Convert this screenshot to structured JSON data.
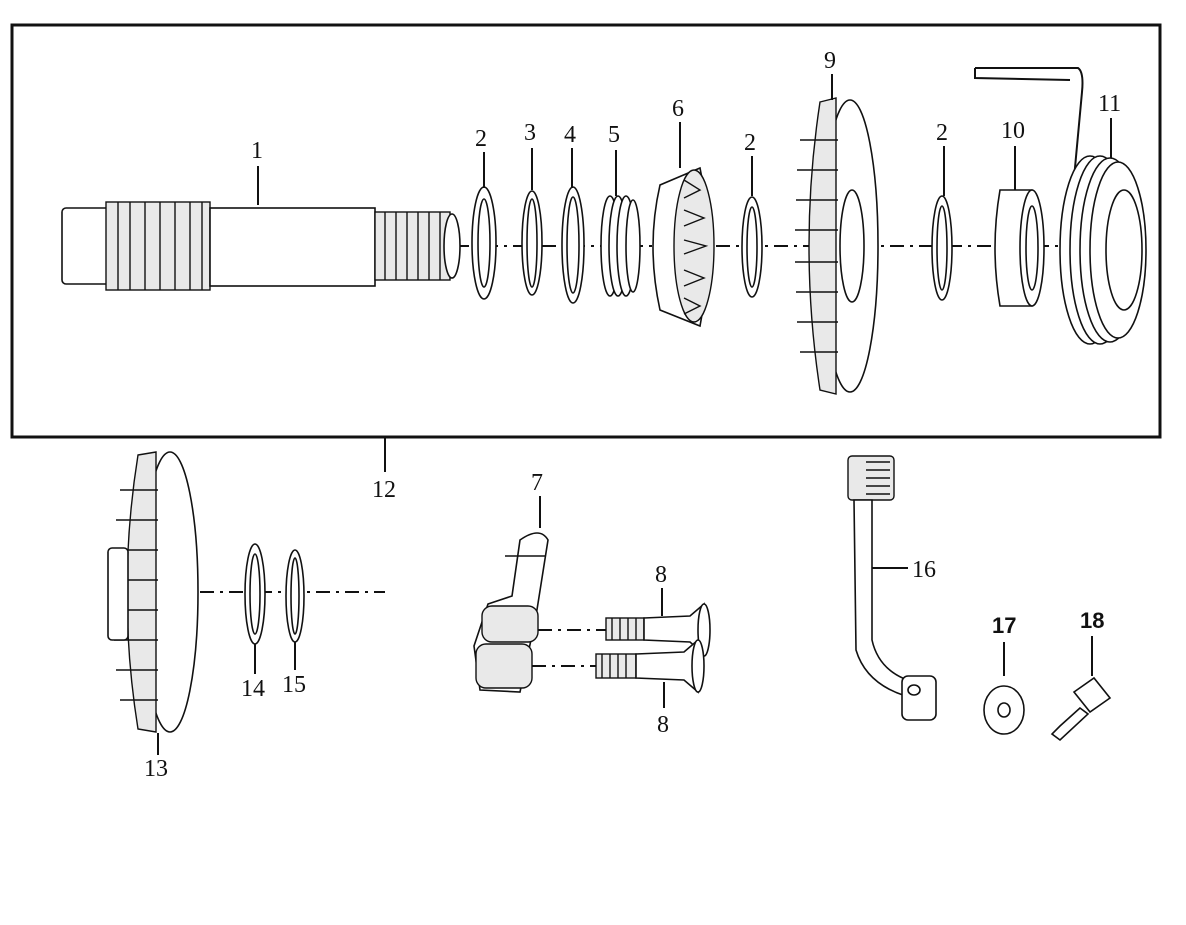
{
  "callouts": {
    "c1": "1",
    "c2a": "2",
    "c3": "3",
    "c4": "4",
    "c5": "5",
    "c6": "6",
    "c2b": "2",
    "c9": "9",
    "c2c": "2",
    "c10": "10",
    "c11": "11",
    "c12": "12",
    "c13": "13",
    "c14": "14",
    "c15": "15",
    "c7": "7",
    "c8a": "8",
    "c8b": "8",
    "c16": "16",
    "c17": "17",
    "c18": "18"
  },
  "colors": {
    "ink": "#111111",
    "paper": "#ffffff"
  }
}
